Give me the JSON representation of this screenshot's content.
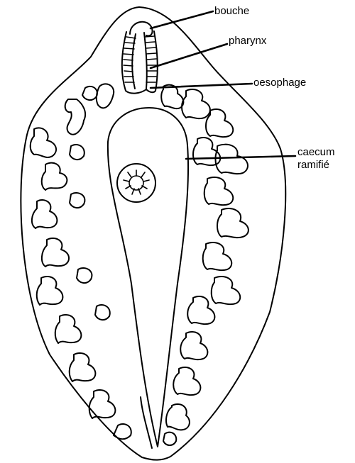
{
  "labels": {
    "bouche": "bouche",
    "pharynx": "pharynx",
    "oesophage": "oesophage",
    "caecum_line1": "caecum",
    "caecum_line2": "ramifié"
  },
  "colors": {
    "ink": "#000000",
    "background": "#ffffff"
  }
}
